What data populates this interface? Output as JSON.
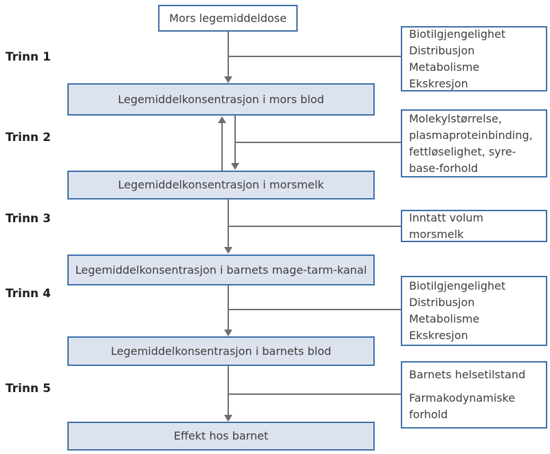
{
  "source_box": "Mors legemiddeldose",
  "steps": [
    {
      "label": "Trinn 1",
      "factors": [
        "Biotilgjengelighet",
        "Distribusjon",
        "Metabolisme",
        "Ekskresjon"
      ],
      "result": "Legemiddelkonsentrasjon i mors blod"
    },
    {
      "label": "Trinn 2",
      "factors": [
        "Molekylstørrelse, plasmaproteinbinding, fettløselighet, syre-base-forhold"
      ],
      "result": "Legemiddelkonsentrasjon i morsmelk"
    },
    {
      "label": "Trinn 3",
      "factors": [
        "Inntatt volum morsmelk"
      ],
      "result": "Legemiddelkonsentrasjon i barnets mage-tarm-kanal"
    },
    {
      "label": "Trinn 4",
      "factors": [
        "Biotilgjengelighet",
        "Distribusjon",
        "Metabolisme",
        "Ekskresjon"
      ],
      "result": "Legemiddelkonsentrasjon i barnets blod"
    },
    {
      "label": "Trinn 5",
      "factors": [
        "Barnets helsetilstand",
        "Farmakodynamiske forhold"
      ],
      "result": "Effekt hos barnet"
    }
  ],
  "colors": {
    "box_border_blue": "#3d6fa8",
    "box_fill_light_blue": "#dde3ee",
    "connector_gray": "#6e6e6e",
    "text_dark": "#3d3d3d"
  }
}
